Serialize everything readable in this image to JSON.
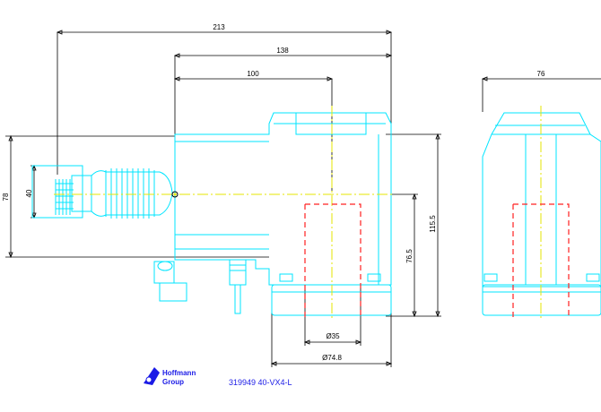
{
  "dimensions": {
    "overall_length": "213",
    "housing_length": "138",
    "axis_offset": "100",
    "side_width": "76",
    "height_left": "78",
    "shank_height": "40",
    "height_right": "115.5",
    "axis_height": "76.5",
    "inner_dia": "Ø35",
    "outer_dia": "Ø74.8"
  },
  "logo": {
    "line1": "Hoffmann",
    "line2": "Group"
  },
  "part_code": "319949 40-VX4-L",
  "colors": {
    "outline": "#00e5ff",
    "dimension": "#000000",
    "centerline": "#e6e600",
    "hidden": "#ff2020",
    "logo": "#1a1ae6"
  }
}
